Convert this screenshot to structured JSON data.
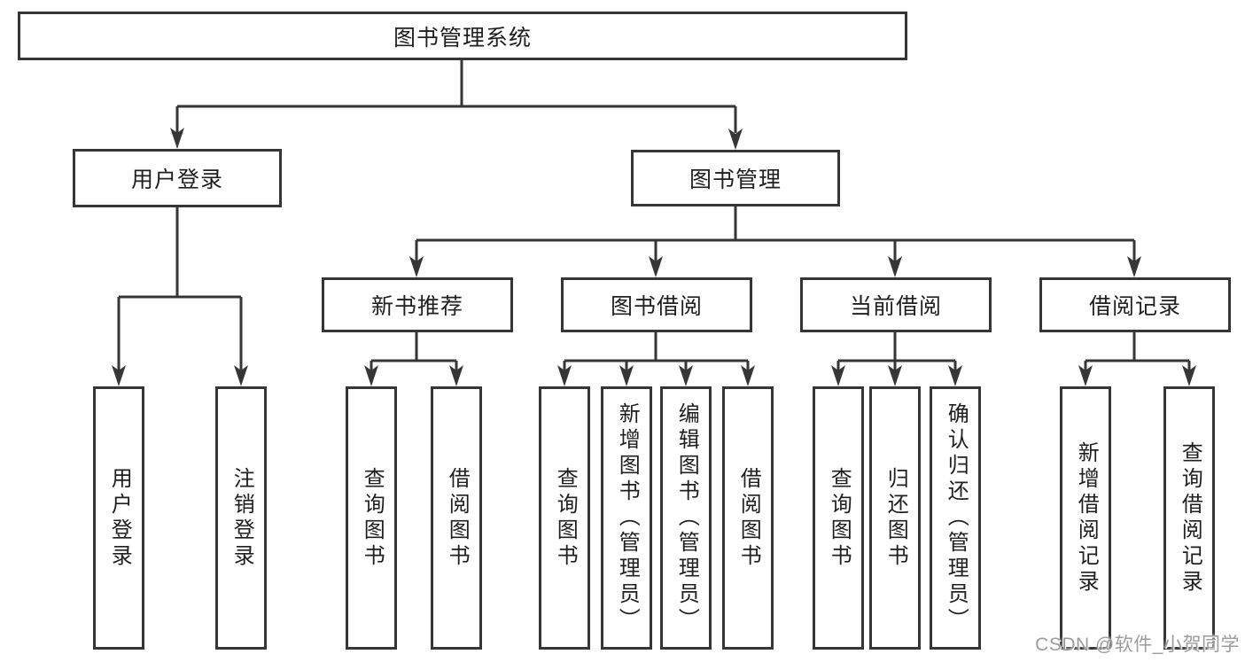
{
  "diagram": {
    "title": "图书管理系统",
    "branches": [
      {
        "label": "用户登录",
        "leaves": [
          "用户登录",
          "注销登录"
        ]
      },
      {
        "label": "图书管理",
        "groups": [
          {
            "label": "新书推荐",
            "leaves": [
              "查询图书",
              "借阅图书"
            ]
          },
          {
            "label": "图书借阅",
            "leaves": [
              "查询图书",
              "新增图书（管理员）",
              "编辑图书（管理员）",
              "借阅图书"
            ]
          },
          {
            "label": "当前借阅",
            "leaves": [
              "查询图书",
              "归还图书",
              "确认归还（管理员）"
            ]
          },
          {
            "label": "借阅记录",
            "leaves": [
              "新增借阅记录",
              "查询借阅记录"
            ]
          }
        ]
      }
    ]
  },
  "watermark": "CSDN @软件_小贺同学",
  "colors": {
    "line": "#363636",
    "text": "#1f1f1f",
    "watermark": "#9c9c9c",
    "background": "#ffffff"
  }
}
